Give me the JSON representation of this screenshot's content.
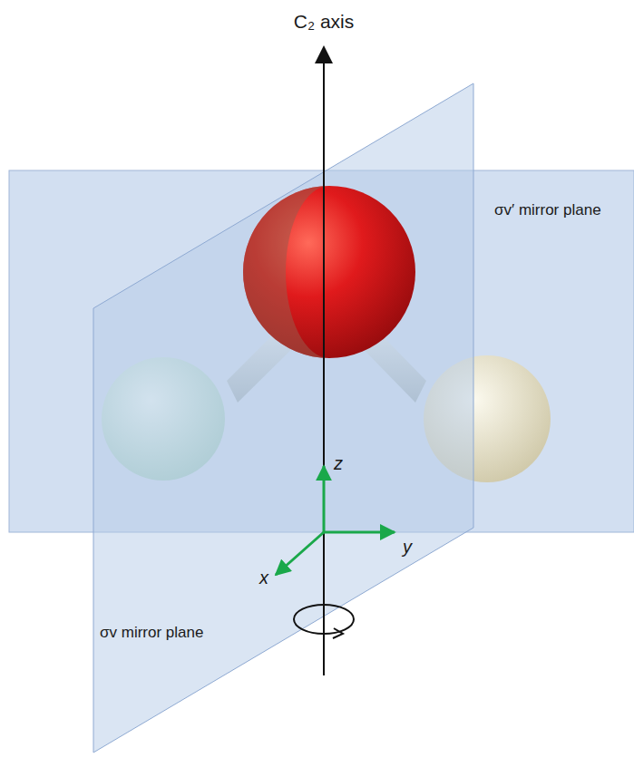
{
  "diagram": {
    "labels": [
      "C₂ axis",
      "σv′ mirror plane",
      "z",
      "y",
      "x",
      "σv mirror plane"
    ]
  }
}
